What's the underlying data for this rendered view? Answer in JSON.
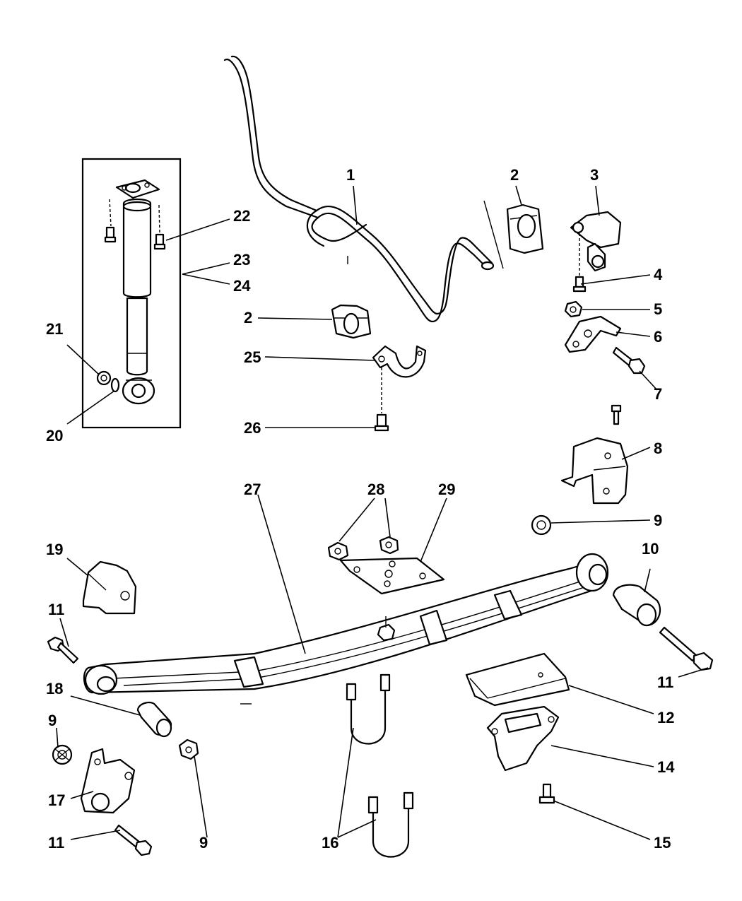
{
  "callouts": {
    "c1": "1",
    "c2a": "2",
    "c2b": "2",
    "c3": "3",
    "c4": "4",
    "c5": "5",
    "c6": "6",
    "c7": "7",
    "c8": "8",
    "c9a": "9",
    "c9b": "9",
    "c9c": "9",
    "c10": "10",
    "c11a": "11",
    "c11b": "11",
    "c11c": "11",
    "c12": "12",
    "c14": "14",
    "c15": "15",
    "c16": "16",
    "c17": "17",
    "c18": "18",
    "c19": "19",
    "c20": "20",
    "c21": "21",
    "c22": "22",
    "c23": "23",
    "c24": "24",
    "c25": "25",
    "c26": "26",
    "c27": "27",
    "c28": "28",
    "c29": "29"
  }
}
